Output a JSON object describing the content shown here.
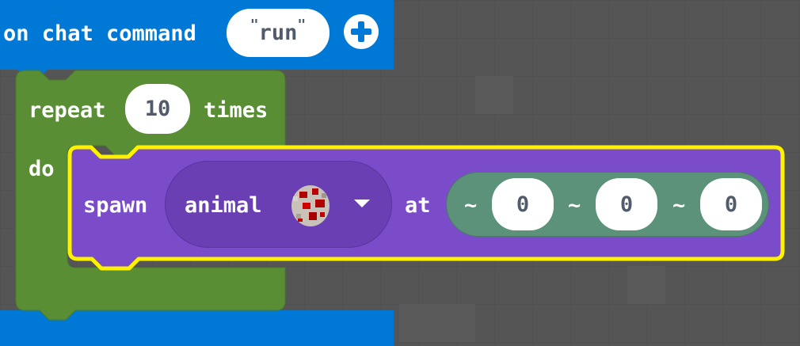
{
  "on_chat_block": {
    "label": "on chat command",
    "command_value": "run",
    "quote_open": "\"",
    "quote_close": "\""
  },
  "repeat_block": {
    "label_repeat": "repeat",
    "count": "10",
    "label_times": "times",
    "label_do": "do"
  },
  "spawn_block": {
    "label_spawn": "spawn",
    "animal_label": "animal",
    "label_at": "at",
    "coords": [
      {
        "prefix": "~",
        "value": "0"
      },
      {
        "prefix": "~",
        "value": "0"
      },
      {
        "prefix": "~",
        "value": "0"
      }
    ]
  },
  "colors": {
    "events_blue": "#0079d6",
    "loops_green": "#5a8e34",
    "mobs_purple": "#7a4cc9",
    "position_green": "#5b9279",
    "highlight_yellow": "#fff200",
    "workspace_gray": "#555555"
  },
  "icons": {
    "add": "plus-circle-icon",
    "egg": "spawn-egg-icon",
    "dropdown": "caret-down-icon"
  }
}
